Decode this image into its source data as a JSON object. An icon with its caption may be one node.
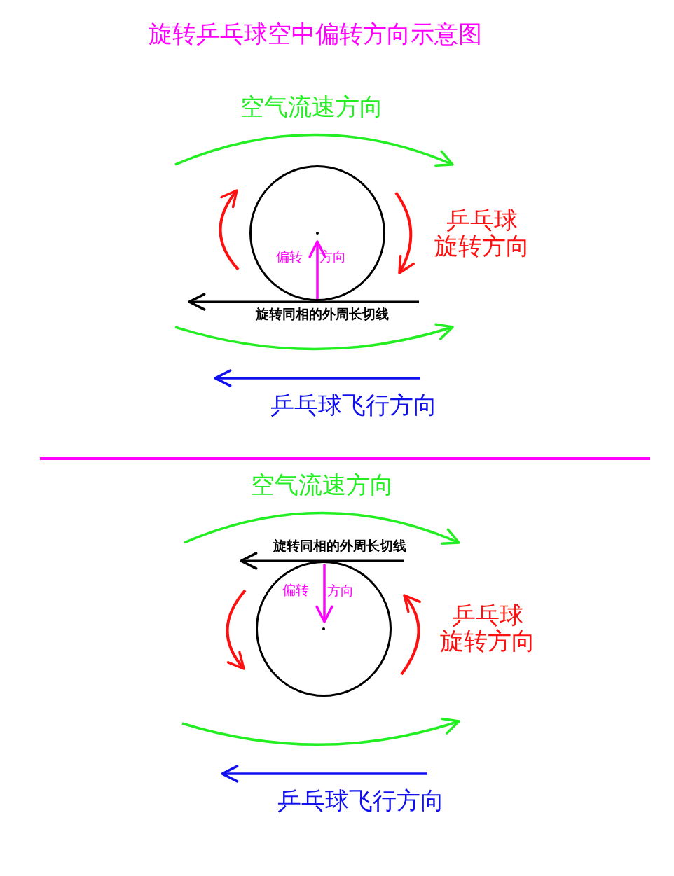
{
  "diagram": {
    "title": "旋转乒乓球空中偏转方向示意图",
    "nodes": [
      {
        "text": [
          "偏转",
          "方向"
        ]
      },
      {
        "text": [
          "偏转",
          "方向"
        ]
      }
    ],
    "edges": [],
    "labels": [
      "空气流速方向",
      "乒乓球旋转方向",
      "旋转同相的外周长切线",
      "乒乓球飞行方向",
      "空气流速方向",
      "旋转同相的外周长切线",
      "乒乓球旋转方向",
      "乒乓球飞行方向"
    ]
  }
}
